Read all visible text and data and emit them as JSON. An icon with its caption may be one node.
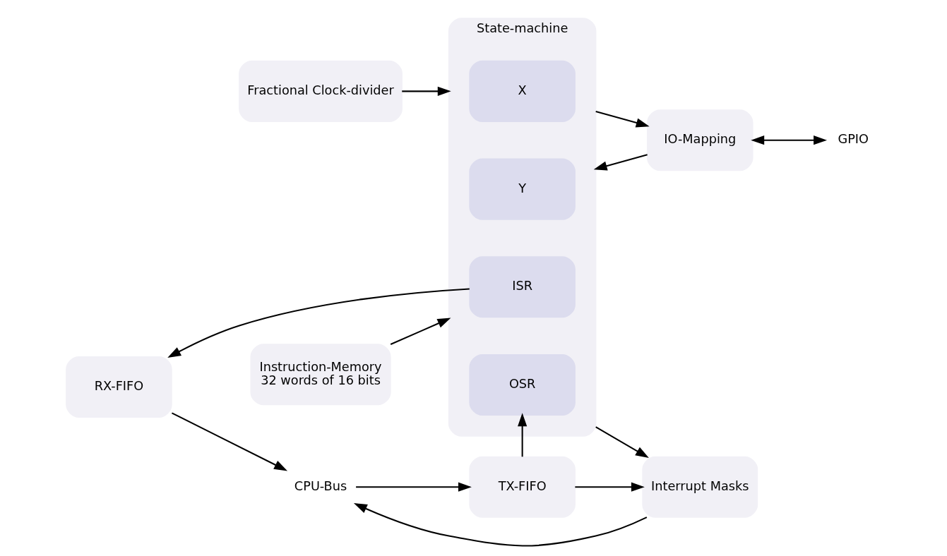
{
  "diagram": {
    "nodes": [
      {
        "text": [
          "CPU-Bus"
        ]
      },
      {
        "text": [
          "Interrupt Masks"
        ]
      },
      {
        "text": [
          "Fractional Clock-divider"
        ]
      },
      {
        "text": [
          "TX-FIFO"
        ]
      },
      {
        "text": [
          "State-machine"
        ]
      },
      {
        "text": [
          "OSR"
        ],
        "in": 4
      },
      {
        "text": [
          "X"
        ],
        "in": 4
      },
      {
        "text": [
          "ISR"
        ],
        "in": 4
      },
      {
        "text": [
          "Y"
        ],
        "in": 4
      },
      {
        "text": [
          "RX-FIFO"
        ]
      },
      {
        "text": [
          "IO-Mapping"
        ]
      },
      {
        "text": [
          "GPIO"
        ]
      },
      {
        "text": [
          "Instruction-Memory",
          "32 words of 16 bits"
        ]
      }
    ],
    "edges": [
      {
        "from": 1,
        "to": 0,
        "arrow": "to"
      },
      {
        "from": 4,
        "to": 1,
        "arrow": "to"
      },
      {
        "from": 3,
        "to": 1,
        "arrow": "to"
      },
      {
        "from": 2,
        "to": 4,
        "arrow": "to"
      },
      {
        "from": 0,
        "to": 3,
        "arrow": "to"
      },
      {
        "from": 3,
        "to": 5,
        "arrow": "to"
      },
      {
        "from": 9,
        "to": 0,
        "arrow": "to"
      },
      {
        "from": 7,
        "to": 9,
        "arrow": "to"
      },
      {
        "from": 4,
        "to": 10,
        "arrow": "to"
      },
      {
        "from": 10,
        "to": 4,
        "arrow": "to"
      },
      {
        "from": 10,
        "to": 11,
        "arrow": "both"
      },
      {
        "from": 12,
        "to": 4,
        "arrow": "to"
      }
    ]
  }
}
